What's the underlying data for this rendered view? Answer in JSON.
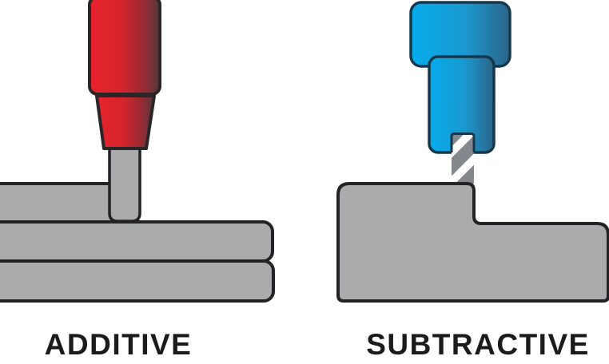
{
  "labels": {
    "left": "ADDITIVE",
    "right": "SUBTRACTIVE"
  },
  "figures": {
    "additive": {
      "name": "3d-printer-extruder-depositing-layers",
      "parts": [
        "extruder-body",
        "extruder-nozzle",
        "nozzle-tip",
        "partial-top-layer",
        "printed-layer",
        "printed-layer"
      ],
      "layer_count": 3
    },
    "subtractive": {
      "name": "cnc-mill-cutting-stepped-block",
      "parts": [
        "spindle-head",
        "spindle-collet",
        "drill-bit",
        "stepped-workpiece"
      ]
    }
  },
  "colors": {
    "extruder_red_light": "#e8232c",
    "extruder_red_dark": "#52383d",
    "spindle_blue_light": "#05aceb",
    "spindle_blue_dark": "#2b6488",
    "material_gray": "#a9abad",
    "bit_gray": "#84878b",
    "bit_stripe": "#ffffff",
    "outline_dark": "#242224",
    "outline_blue": "#16384d",
    "label_text": "#1b1b1d",
    "background": "#ffffff"
  }
}
